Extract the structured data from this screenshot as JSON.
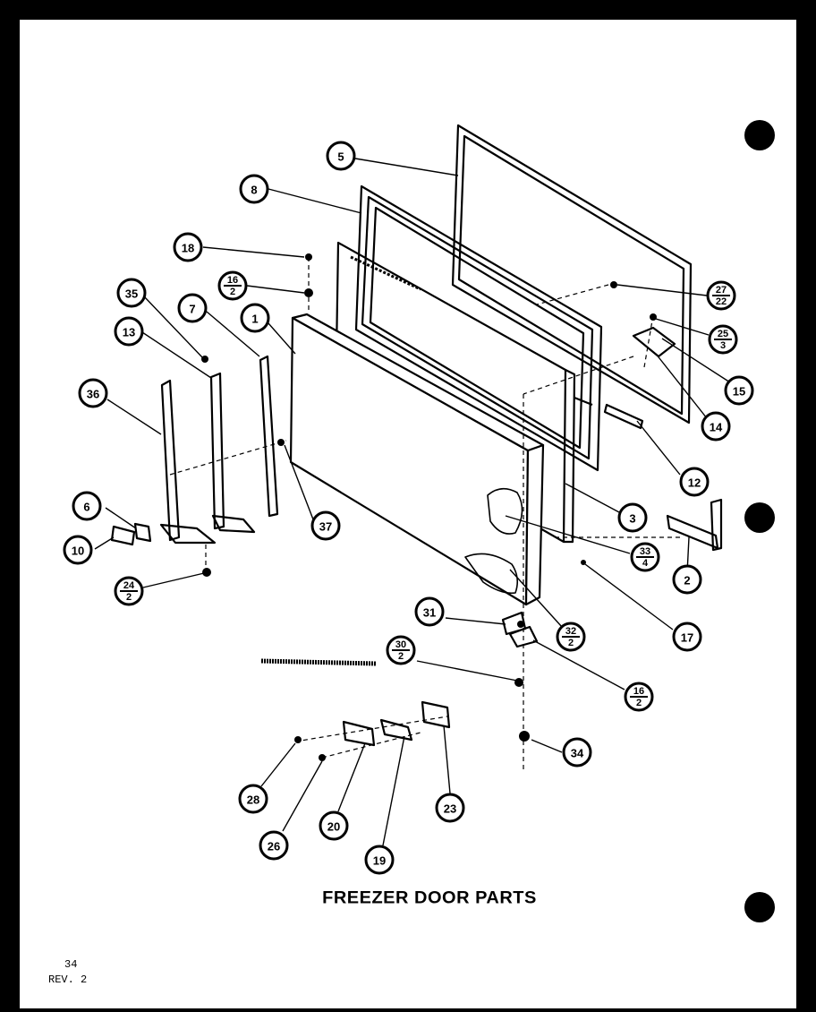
{
  "title": "FREEZER DOOR PARTS",
  "footer": {
    "page": "34",
    "revision": "REV. 2"
  },
  "callouts": [
    {
      "id": "c5",
      "label": "5"
    },
    {
      "id": "c8",
      "label": "8"
    },
    {
      "id": "c18",
      "label": "18"
    },
    {
      "id": "c16-2",
      "top": "16",
      "bottom": "2"
    },
    {
      "id": "c35",
      "label": "35"
    },
    {
      "id": "c7",
      "label": "7"
    },
    {
      "id": "c1",
      "label": "1"
    },
    {
      "id": "c13",
      "label": "13"
    },
    {
      "id": "c36",
      "label": "36"
    },
    {
      "id": "c6",
      "label": "6"
    },
    {
      "id": "c10",
      "label": "10"
    },
    {
      "id": "c24-2",
      "top": "24",
      "bottom": "2"
    },
    {
      "id": "c37",
      "label": "37"
    },
    {
      "id": "c27-22",
      "top": "27",
      "bottom": "22"
    },
    {
      "id": "c25-3",
      "top": "25",
      "bottom": "3"
    },
    {
      "id": "c15",
      "label": "15"
    },
    {
      "id": "c14",
      "label": "14"
    },
    {
      "id": "c12",
      "label": "12"
    },
    {
      "id": "c3",
      "label": "3"
    },
    {
      "id": "c33-4",
      "top": "33",
      "bottom": "4"
    },
    {
      "id": "c2",
      "label": "2"
    },
    {
      "id": "c17",
      "label": "17"
    },
    {
      "id": "c32-2",
      "top": "32",
      "bottom": "2"
    },
    {
      "id": "c31",
      "label": "31"
    },
    {
      "id": "c30-2",
      "top": "30",
      "bottom": "2"
    },
    {
      "id": "c16-2b",
      "top": "16",
      "bottom": "2"
    },
    {
      "id": "c34",
      "label": "34"
    },
    {
      "id": "c28",
      "label": "28"
    },
    {
      "id": "c26",
      "label": "26"
    },
    {
      "id": "c20",
      "label": "20"
    },
    {
      "id": "c19",
      "label": "19"
    },
    {
      "id": "c23",
      "label": "23"
    }
  ]
}
